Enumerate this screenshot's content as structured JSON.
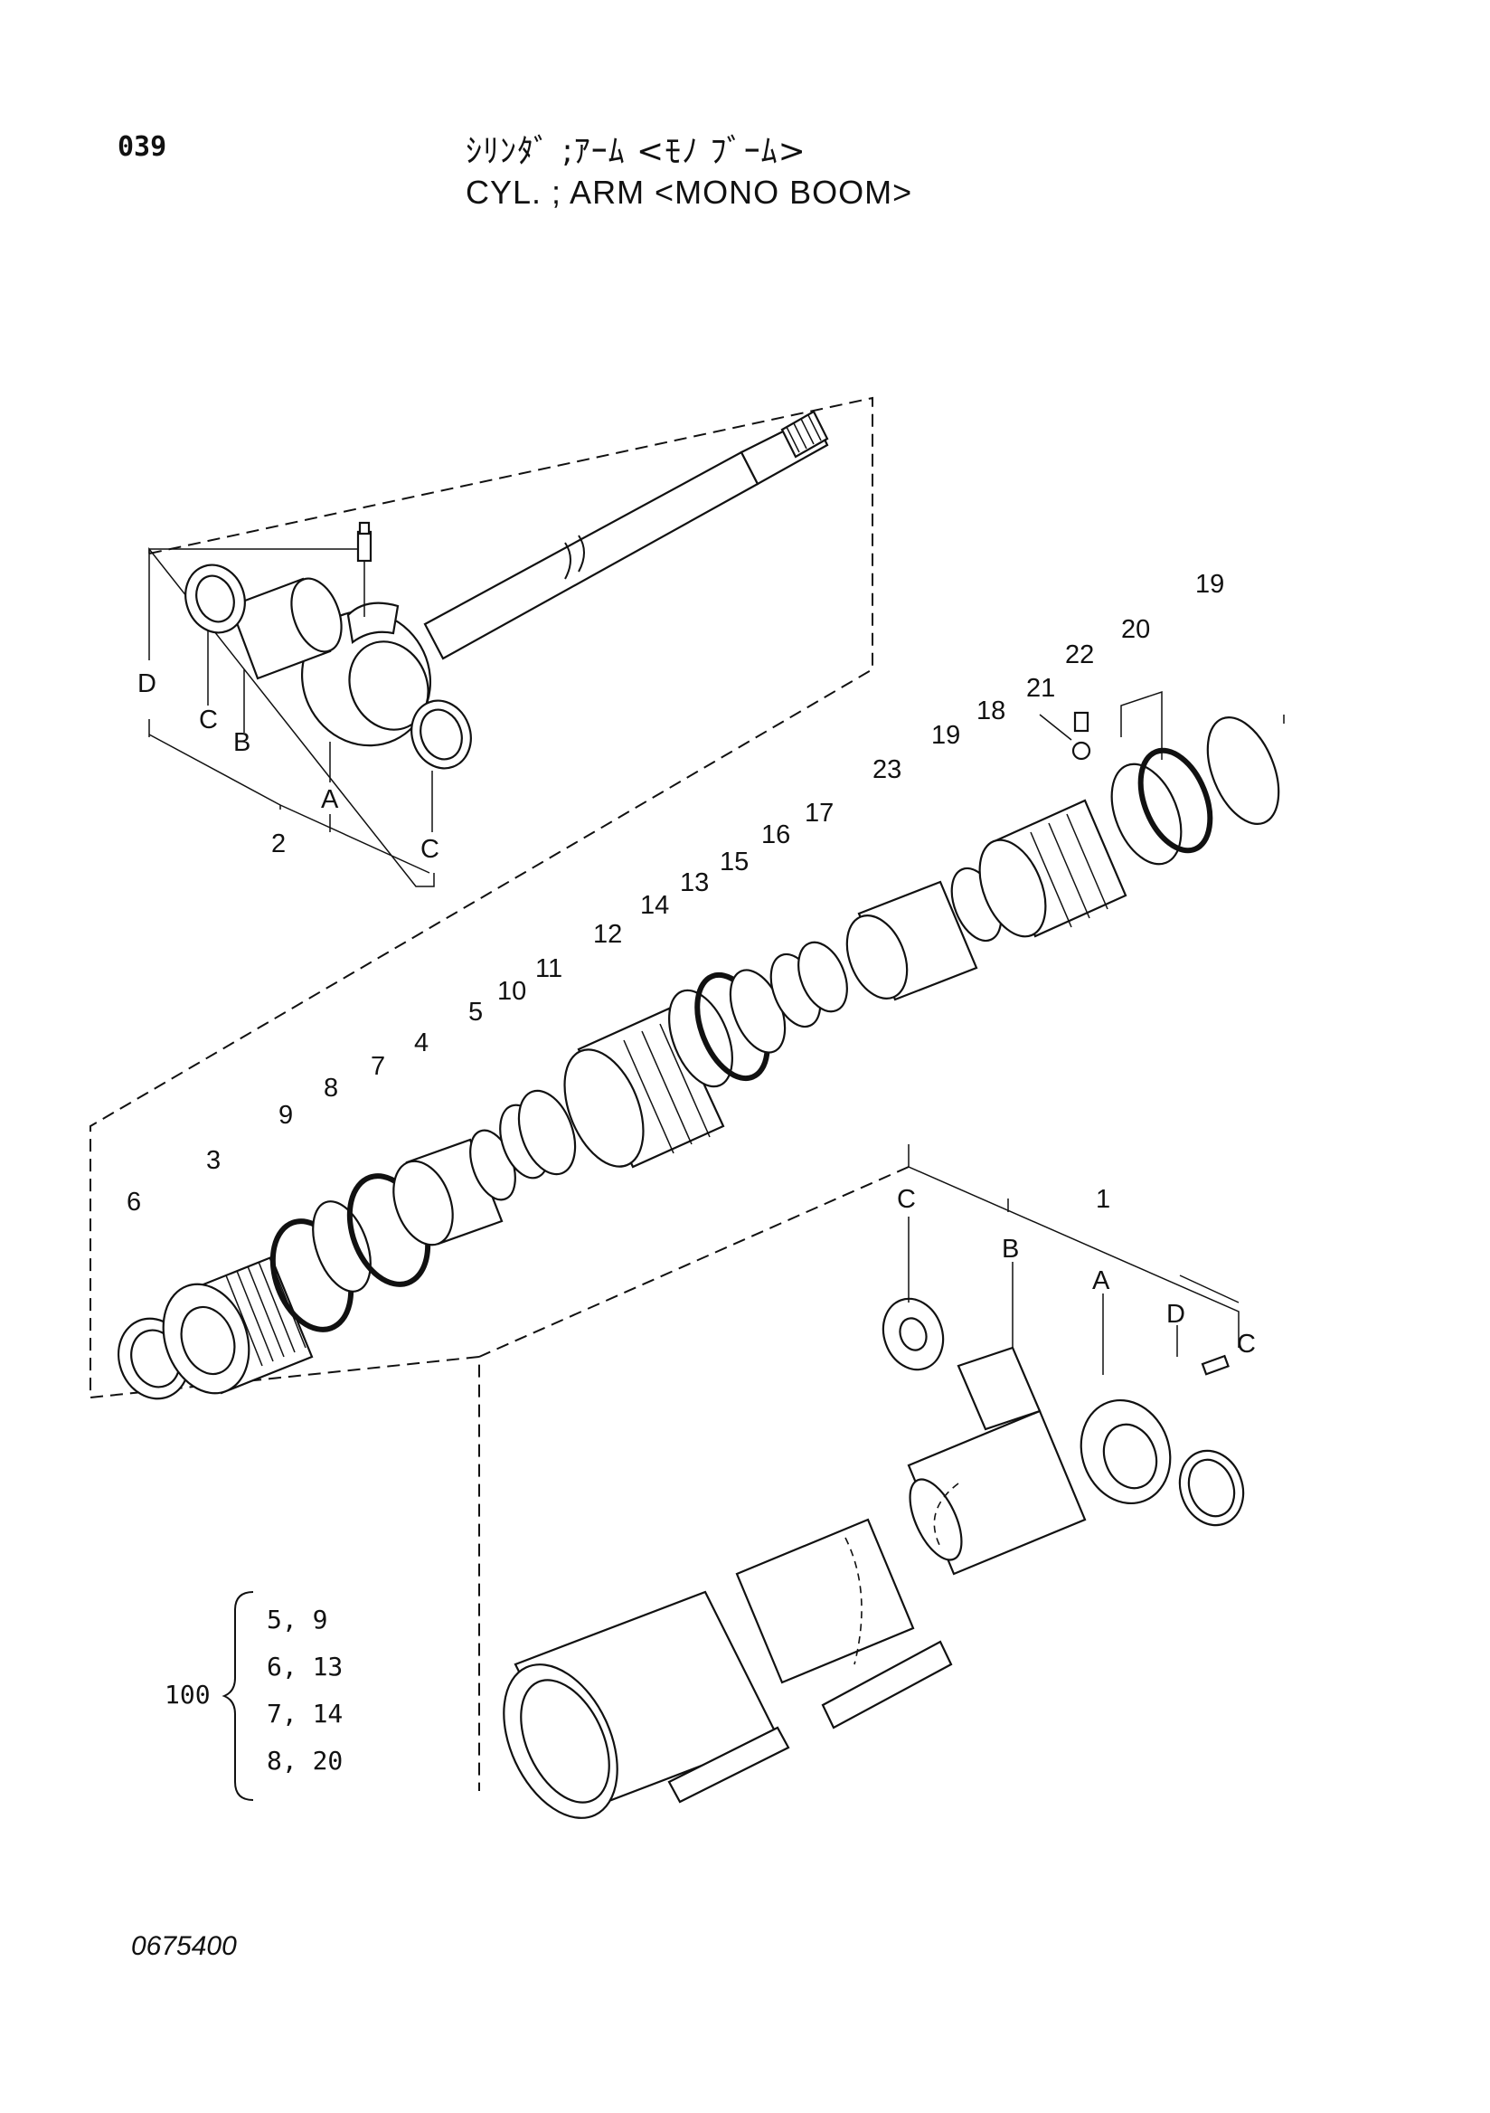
{
  "header": {
    "page_number": "039",
    "title_jp": "ｼﾘﾝﾀﾞ ;ｱｰﾑ <ﾓﾉ ﾌﾞｰﾑ>",
    "title_en": "CYL. ; ARM <MONO BOOM>"
  },
  "callouts": {
    "p1": "1",
    "p2": "2",
    "p3": "3",
    "p4": "4",
    "p5": "5",
    "p6": "6",
    "p7": "7",
    "p8": "8",
    "p9": "9",
    "p10": "10",
    "p11": "11",
    "p12": "12",
    "p13": "13",
    "p14": "14",
    "p15": "15",
    "p16": "16",
    "p17": "17",
    "p18": "18",
    "p19": "19",
    "p20": "20",
    "p21": "21",
    "p22": "22",
    "p23": "23"
  },
  "sub_labels": {
    "a": "A",
    "b": "B",
    "c": "C",
    "d": "D"
  },
  "kit": {
    "number": "100",
    "rows": [
      "5,  9",
      "6, 13",
      "7, 14",
      "8, 20"
    ]
  },
  "footer": {
    "doc_code": "0675400"
  }
}
